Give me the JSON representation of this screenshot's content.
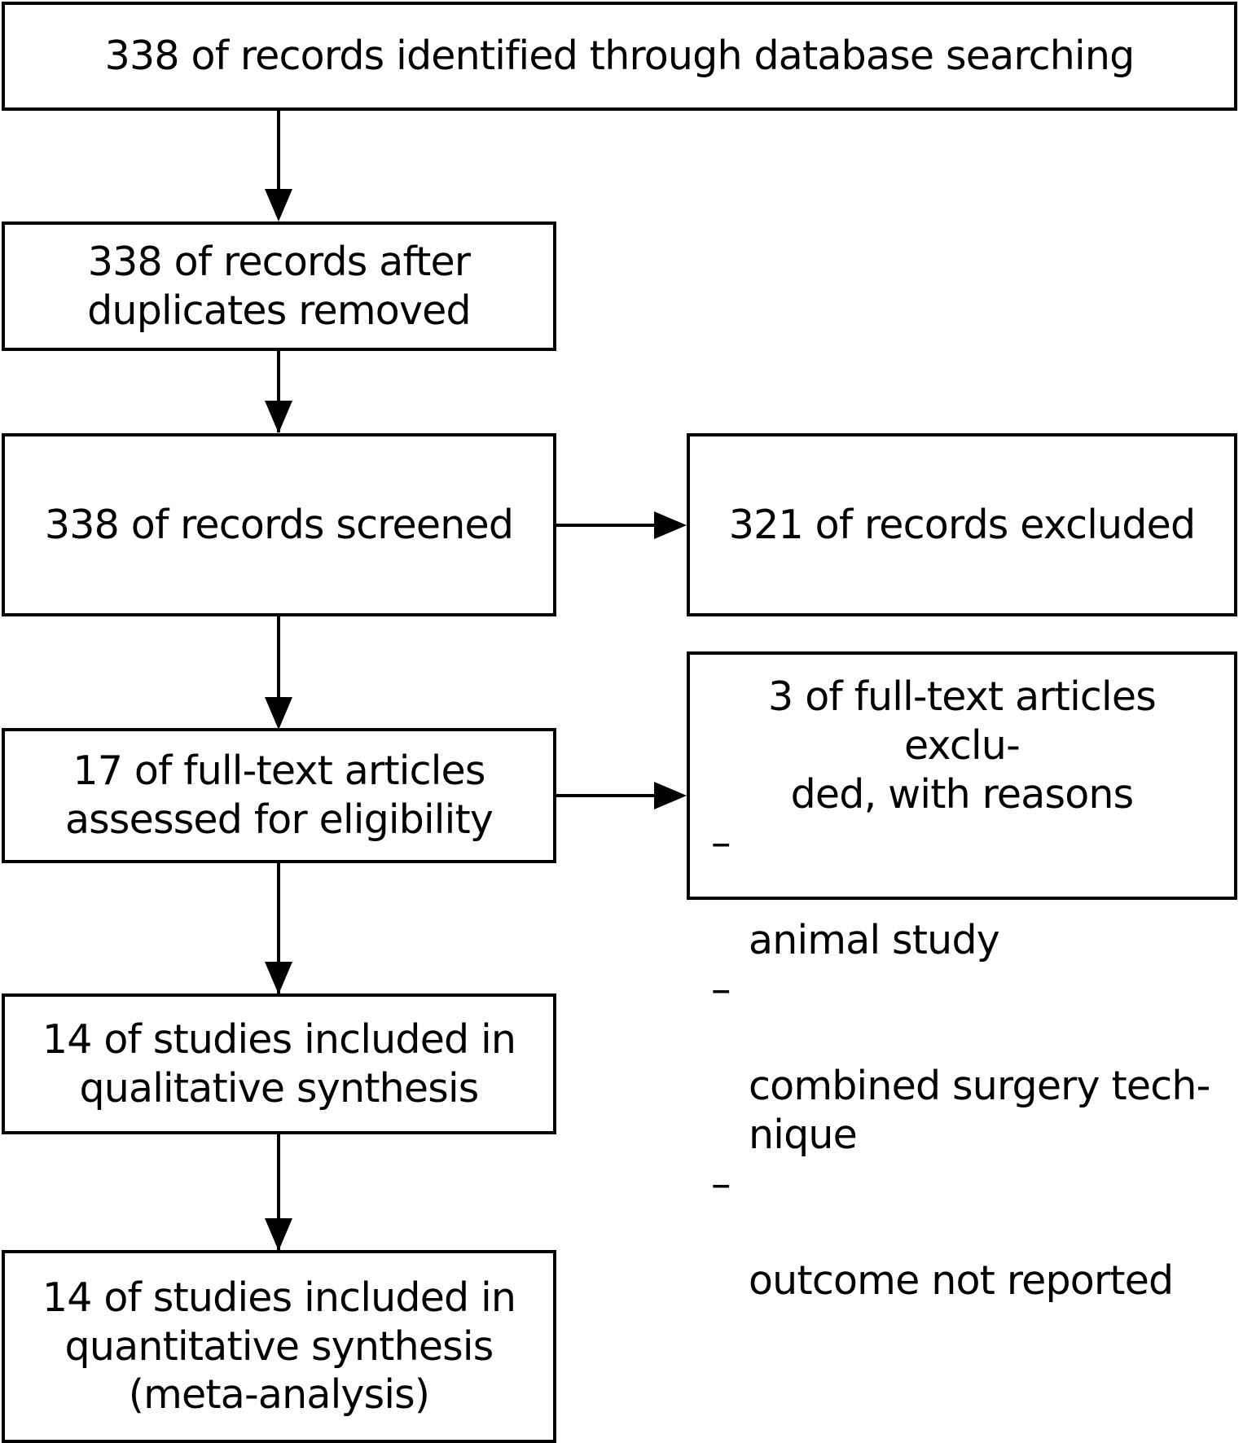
{
  "diagram": {
    "type": "prisma-flow-diagram",
    "title": "PRISMA study selection flow diagram",
    "line_color": "#000000",
    "box_fill": "#ffffff",
    "boxes": [
      {
        "id": "identified",
        "label": "338 of records identified through database searching",
        "count": 338,
        "stage": "identification"
      },
      {
        "id": "duplicates-removed",
        "label": "338 of records after\nduplicates removed",
        "count": 338,
        "stage": "screening"
      },
      {
        "id": "records-screened",
        "label": "338 of records screened",
        "count": 338,
        "stage": "screening"
      },
      {
        "id": "records-excluded",
        "label": "321 of records excluded",
        "count": 321,
        "stage": "screening"
      },
      {
        "id": "fulltext-assessed",
        "label": "17 of full-text articles\nassessed for eligibility",
        "count": 17,
        "stage": "eligibility"
      },
      {
        "id": "fulltext-excluded",
        "heading": "3 of full-text articles exclu-\nded, with reasons",
        "count": 3,
        "reasons": [
          "animal study",
          "combined surgery tech-\nnique",
          "outcome not reported"
        ],
        "bullet": "–",
        "stage": "eligibility"
      },
      {
        "id": "qualitative-synthesis",
        "label": "14 of studies included in\nqualitative synthesis",
        "count": 14,
        "stage": "included"
      },
      {
        "id": "quantitative-synthesis",
        "label": "14 of studies included in\nquantitative synthesis\n(meta-analysis)",
        "count": 14,
        "stage": "included"
      }
    ],
    "connectors": [
      {
        "id": "identified-to-duplicates",
        "from": "identified",
        "to": "duplicates-removed",
        "direction": "down"
      },
      {
        "id": "duplicates-to-screened",
        "from": "duplicates-removed",
        "to": "records-screened",
        "direction": "down"
      },
      {
        "id": "screened-to-excluded",
        "from": "records-screened",
        "to": "records-excluded",
        "direction": "right"
      },
      {
        "id": "screened-to-fulltext",
        "from": "records-screened",
        "to": "fulltext-assessed",
        "direction": "down"
      },
      {
        "id": "fulltext-to-excluded",
        "from": "fulltext-assessed",
        "to": "fulltext-excluded",
        "direction": "right"
      },
      {
        "id": "fulltext-to-qualitative",
        "from": "fulltext-assessed",
        "to": "qualitative-synthesis",
        "direction": "down"
      },
      {
        "id": "qualitative-to-quantitative",
        "from": "qualitative-synthesis",
        "to": "quantitative-synthesis",
        "direction": "down"
      }
    ]
  }
}
